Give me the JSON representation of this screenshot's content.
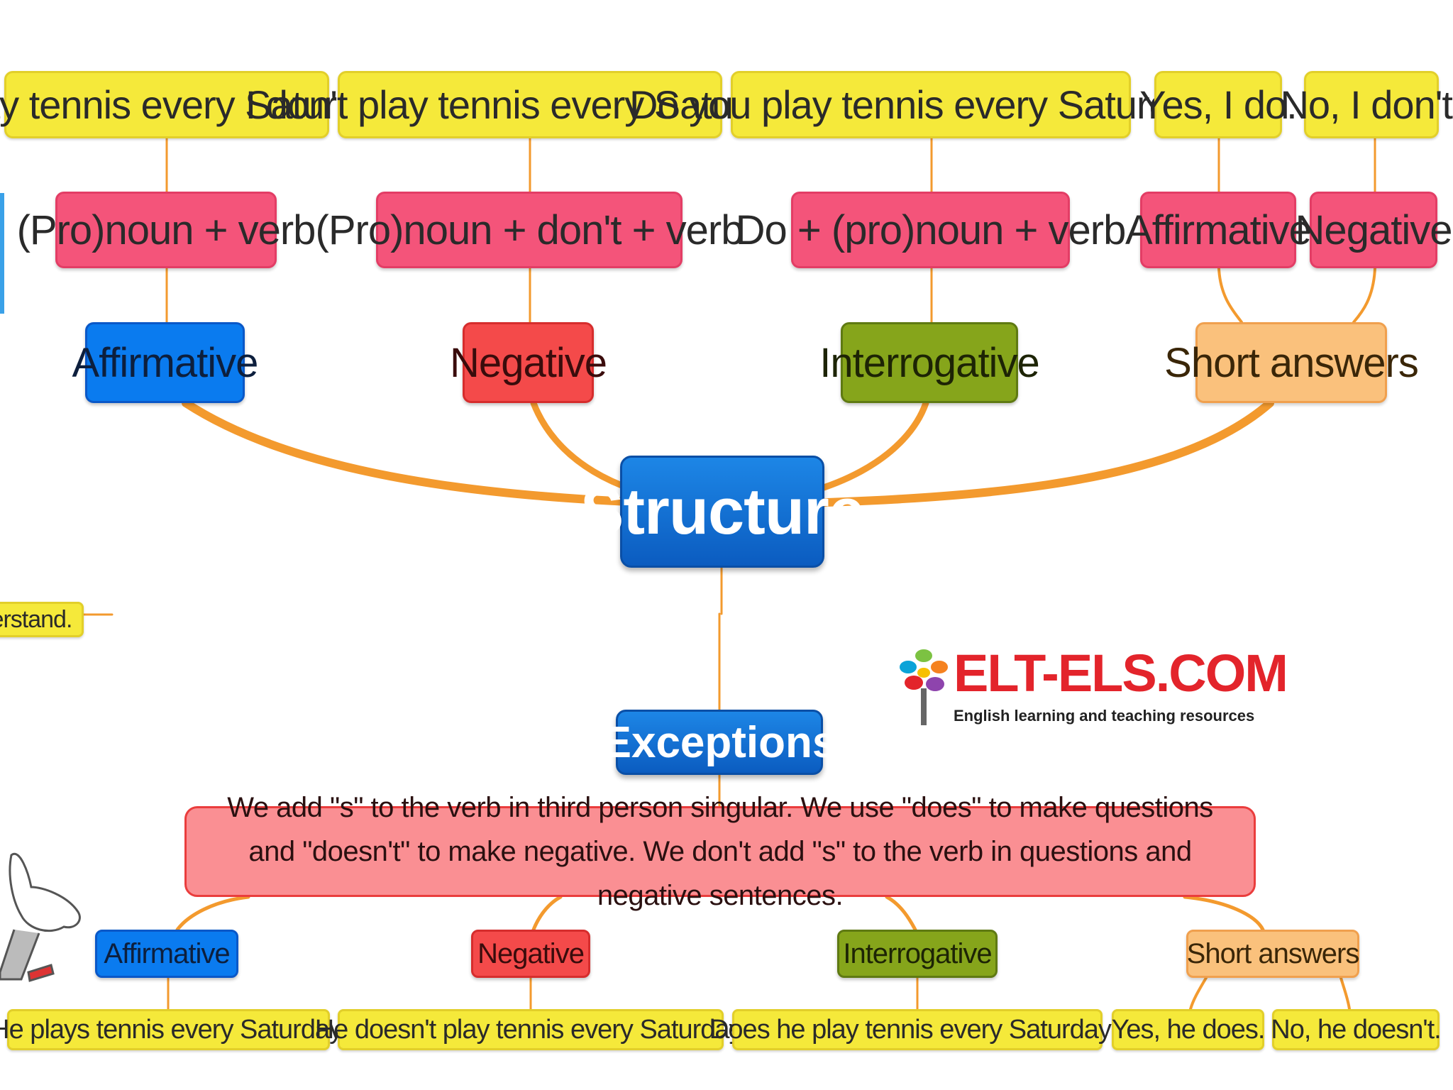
{
  "center": {
    "label": "Structure"
  },
  "exceptions": {
    "label": "Exceptions"
  },
  "rule": {
    "text": "We add \"s\" to the verb in third person singular. We use \"does\" to make questions and \"doesn't\" to make negative. We don't add \"s\" to the verb in questions and negative sentences."
  },
  "structure_branches": {
    "affirmative": {
      "category": "Affirmative",
      "pattern": "(Pro)noun + verb",
      "example": "I play tennis every Saturday."
    },
    "negative": {
      "category": "Negative",
      "pattern": "(Pro)noun + don't + verb",
      "example": "I don't play tennis every Saturday."
    },
    "interrogative": {
      "category": "Interrogative",
      "pattern": "Do + (pro)noun + verb",
      "example": "Do you play tennis every Saturday?"
    },
    "short_answers": {
      "category": "Short answers",
      "affirmative": {
        "label": "Affirmative",
        "example": "Yes, I do."
      },
      "negative": {
        "label": "Negative",
        "example": "No, I don't."
      }
    }
  },
  "exception_branches": {
    "affirmative": {
      "category": "Affirmative",
      "example": "He plays tennis every Saturday."
    },
    "negative": {
      "category": "Negative",
      "example": "He doesn't play tennis every Saturday."
    },
    "interrogative": {
      "category": "Interrogative",
      "example": "Does he play tennis every Saturday?"
    },
    "short_answers": {
      "category": "Short answers",
      "yes": "Yes, he does.",
      "no": "No, he doesn't."
    }
  },
  "edge_fragments": {
    "left_note": "erstand."
  },
  "logo": {
    "title": "ELT-ELS.COM",
    "subtitle": "English learning and teaching resources"
  },
  "colors": {
    "example": "#f5e93a",
    "pattern": "#f4547a",
    "affirmative": "#0a7bef",
    "negative": "#f44a4a",
    "interrogative": "#86a51b",
    "short_answers": "#fac17c",
    "connector": "#f39a2e",
    "rule": "#fa8f93"
  }
}
